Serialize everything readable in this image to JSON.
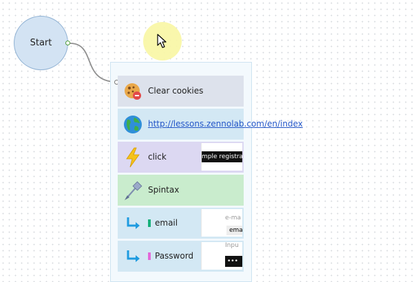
{
  "start_node": {
    "label": "Start"
  },
  "actions": [
    {
      "label": "Clear cookies",
      "icon": "cookie-icon",
      "bg": "#dde2ec"
    },
    {
      "label": "http://lessons.zennolab.com/en/index",
      "icon": "globe-icon",
      "bg": "#d3e8f4"
    },
    {
      "label": "click",
      "icon": "lightning-icon",
      "bg": "#dcd8f2",
      "thumb_text": "mple registrati"
    },
    {
      "label": "Spintax",
      "icon": "pen-nib-icon",
      "bg": "#c9eccd"
    },
    {
      "label": "email",
      "icon": "arrow-down-right-icon",
      "bg": "#d3e8f4",
      "tag_color": "#18b07a",
      "thumb_text": "e-ma",
      "thumb_value": "ema"
    },
    {
      "label": "Password",
      "icon": "arrow-down-right-icon",
      "bg": "#d3e8f4",
      "tag_color": "#e36ad9",
      "thumb_text": "Inpu",
      "thumb_value": "•••"
    }
  ],
  "colors": {
    "link": "#2356c8",
    "highlight": "#f9f7a8"
  }
}
